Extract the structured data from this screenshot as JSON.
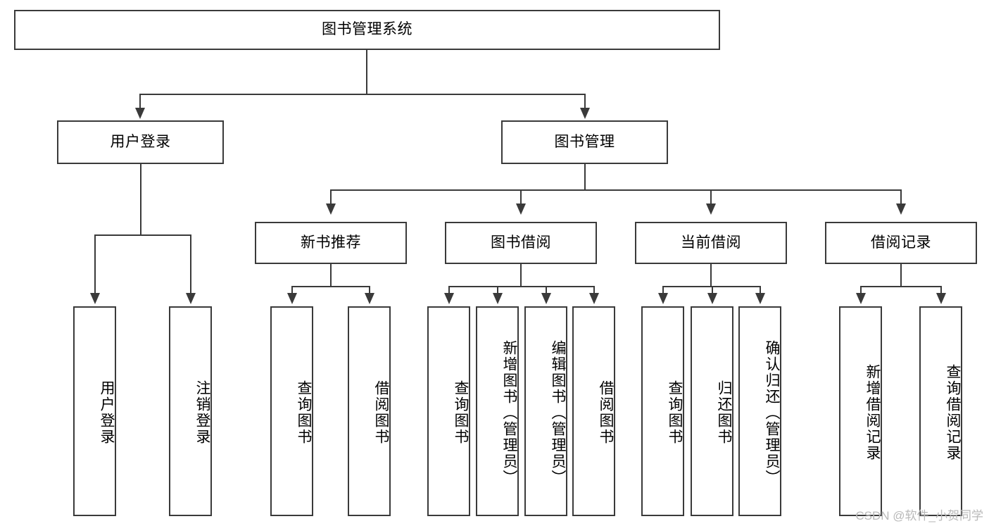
{
  "diagram": {
    "title": "图书管理系统",
    "type": "tree-hierarchy-diagram",
    "orientation": "top-down",
    "colors": {
      "box_border": "#3a3a3a",
      "box_fill": "#ffffff",
      "connector": "#3a3a3a",
      "text": "#000000",
      "watermark": "#b9b9b9",
      "background": "#ffffff"
    }
  },
  "root": {
    "label": "图书管理系统"
  },
  "level2": [
    {
      "label": "用户登录"
    },
    {
      "label": "图书管理"
    }
  ],
  "level3": [
    {
      "label": "新书推荐"
    },
    {
      "label": "图书借阅"
    },
    {
      "label": "当前借阅"
    },
    {
      "label": "借阅记录"
    }
  ],
  "leaves": {
    "user_login": [
      {
        "label": "用户登录"
      },
      {
        "label": "注销登录"
      }
    ],
    "new_book_recommend": [
      {
        "label": "查询图书"
      },
      {
        "label": "借阅图书"
      }
    ],
    "book_borrow": [
      {
        "label": "查询图书"
      },
      {
        "label": "新增图书（管理员）"
      },
      {
        "label": "编辑图书（管理员）"
      },
      {
        "label": "借阅图书"
      }
    ],
    "current_borrow": [
      {
        "label": "查询图书"
      },
      {
        "label": "归还图书"
      },
      {
        "label": "确认归还（管理员）"
      }
    ],
    "borrow_record": [
      {
        "label": "新增借阅记录"
      },
      {
        "label": "查询借阅记录"
      }
    ]
  },
  "watermark": {
    "text": "CSDN @软件_小贺同学"
  }
}
